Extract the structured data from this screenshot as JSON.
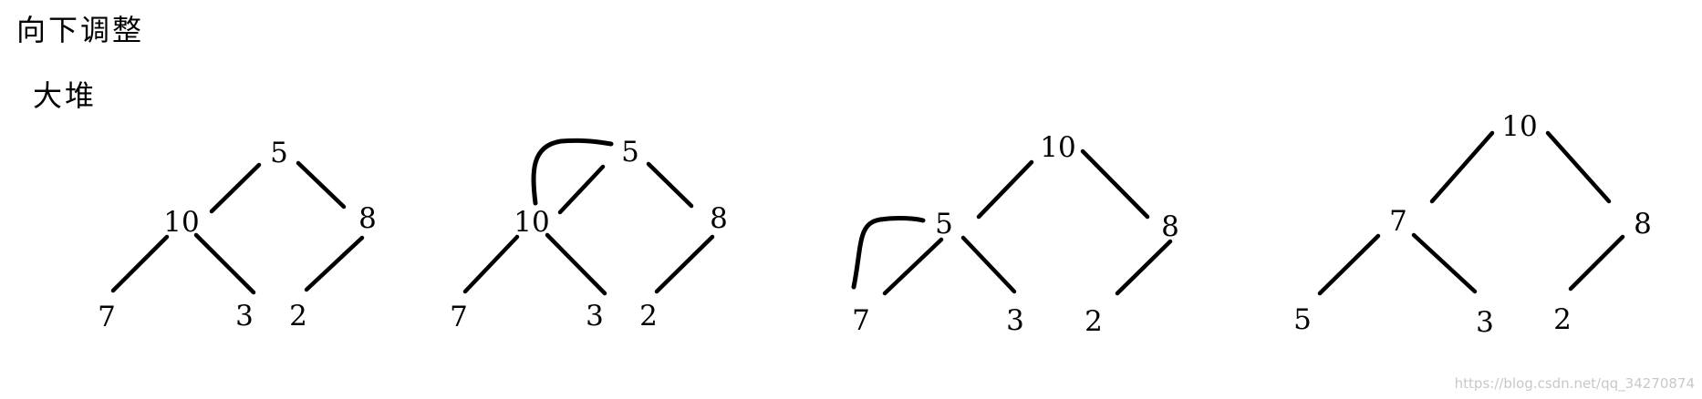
{
  "heading": "向下调整",
  "subheading": "大堆",
  "watermark": "https://blog.csdn.net/qq_34270874",
  "trees": [
    {
      "root": "5",
      "left": "10",
      "right": "8",
      "left_left": "7",
      "left_right": "3",
      "right_left": "2"
    },
    {
      "root": "5",
      "left": "10",
      "right": "8",
      "left_left": "7",
      "left_right": "3",
      "right_left": "2"
    },
    {
      "root": "10",
      "left": "5",
      "right": "8",
      "left_left": "7",
      "left_right": "3",
      "right_left": "2"
    },
    {
      "root": "10",
      "left": "7",
      "right": "8",
      "left_left": "5",
      "left_right": "3",
      "right_left": "2"
    }
  ]
}
